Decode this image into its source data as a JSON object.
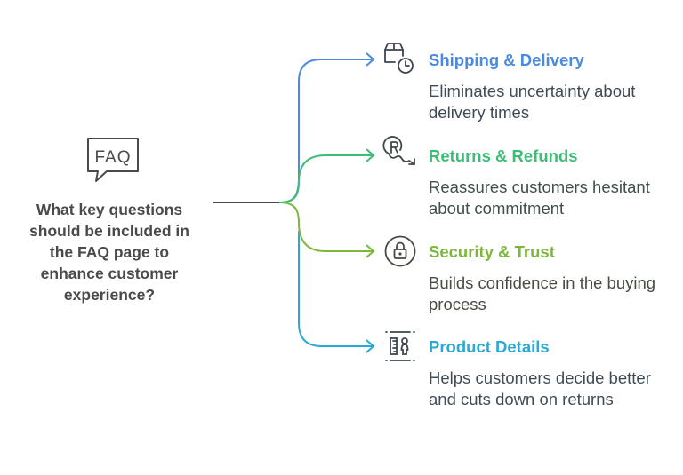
{
  "question": {
    "icon": "faq-speech-bubble-icon",
    "icon_text": "FAQ",
    "text": "What key questions should be included in the FAQ page to enhance customer experience?",
    "color": "#4a4a4a"
  },
  "branches": [
    {
      "title": "Shipping & Delivery",
      "description": "Eliminates uncertainty about delivery times",
      "icon": "package-clock-icon",
      "color": "#4a8ae0",
      "text_color": "#3f4a55"
    },
    {
      "title": "Returns & Refunds",
      "description": "Reassures customers hesitant about commitment",
      "icon": "refund-arrow-icon",
      "color": "#3dbd77",
      "text_color": "#3f4f49"
    },
    {
      "title": "Security & Trust",
      "description": "Builds confidence in the buying process",
      "icon": "lock-icon",
      "color": "#7cb83a",
      "text_color": "#474c42"
    },
    {
      "title": "Product Details",
      "description": "Helps customers decide better and cuts down on returns",
      "icon": "size-guide-icon",
      "color": "#2aa9d6",
      "text_color": "#3f4c55"
    }
  ],
  "trunk_color": "#4a4a4a"
}
